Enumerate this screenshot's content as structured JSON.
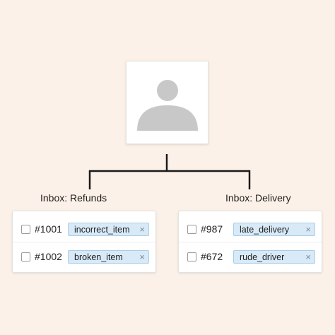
{
  "inboxes": [
    {
      "label": "Inbox: Refunds",
      "tickets": [
        {
          "id": "#1001",
          "tag": "incorrect_item",
          "remove_glyph": "×"
        },
        {
          "id": "#1002",
          "tag": "broken_item",
          "remove_glyph": "×"
        }
      ]
    },
    {
      "label": "Inbox: Delivery",
      "tickets": [
        {
          "id": "#987",
          "tag": "late_delivery",
          "remove_glyph": "×"
        },
        {
          "id": "#672",
          "tag": "rude_driver",
          "remove_glyph": "×"
        }
      ]
    }
  ],
  "icons": {
    "avatar": "user-avatar-icon",
    "checkbox": "checkbox",
    "remove": "close-icon"
  },
  "colors": {
    "background": "#fcf1e8",
    "tag_fill": "#d8eaf8",
    "tag_border": "#a9cde6",
    "avatar_silhouette": "#c8c8c8",
    "connector": "#1a1a1a"
  }
}
